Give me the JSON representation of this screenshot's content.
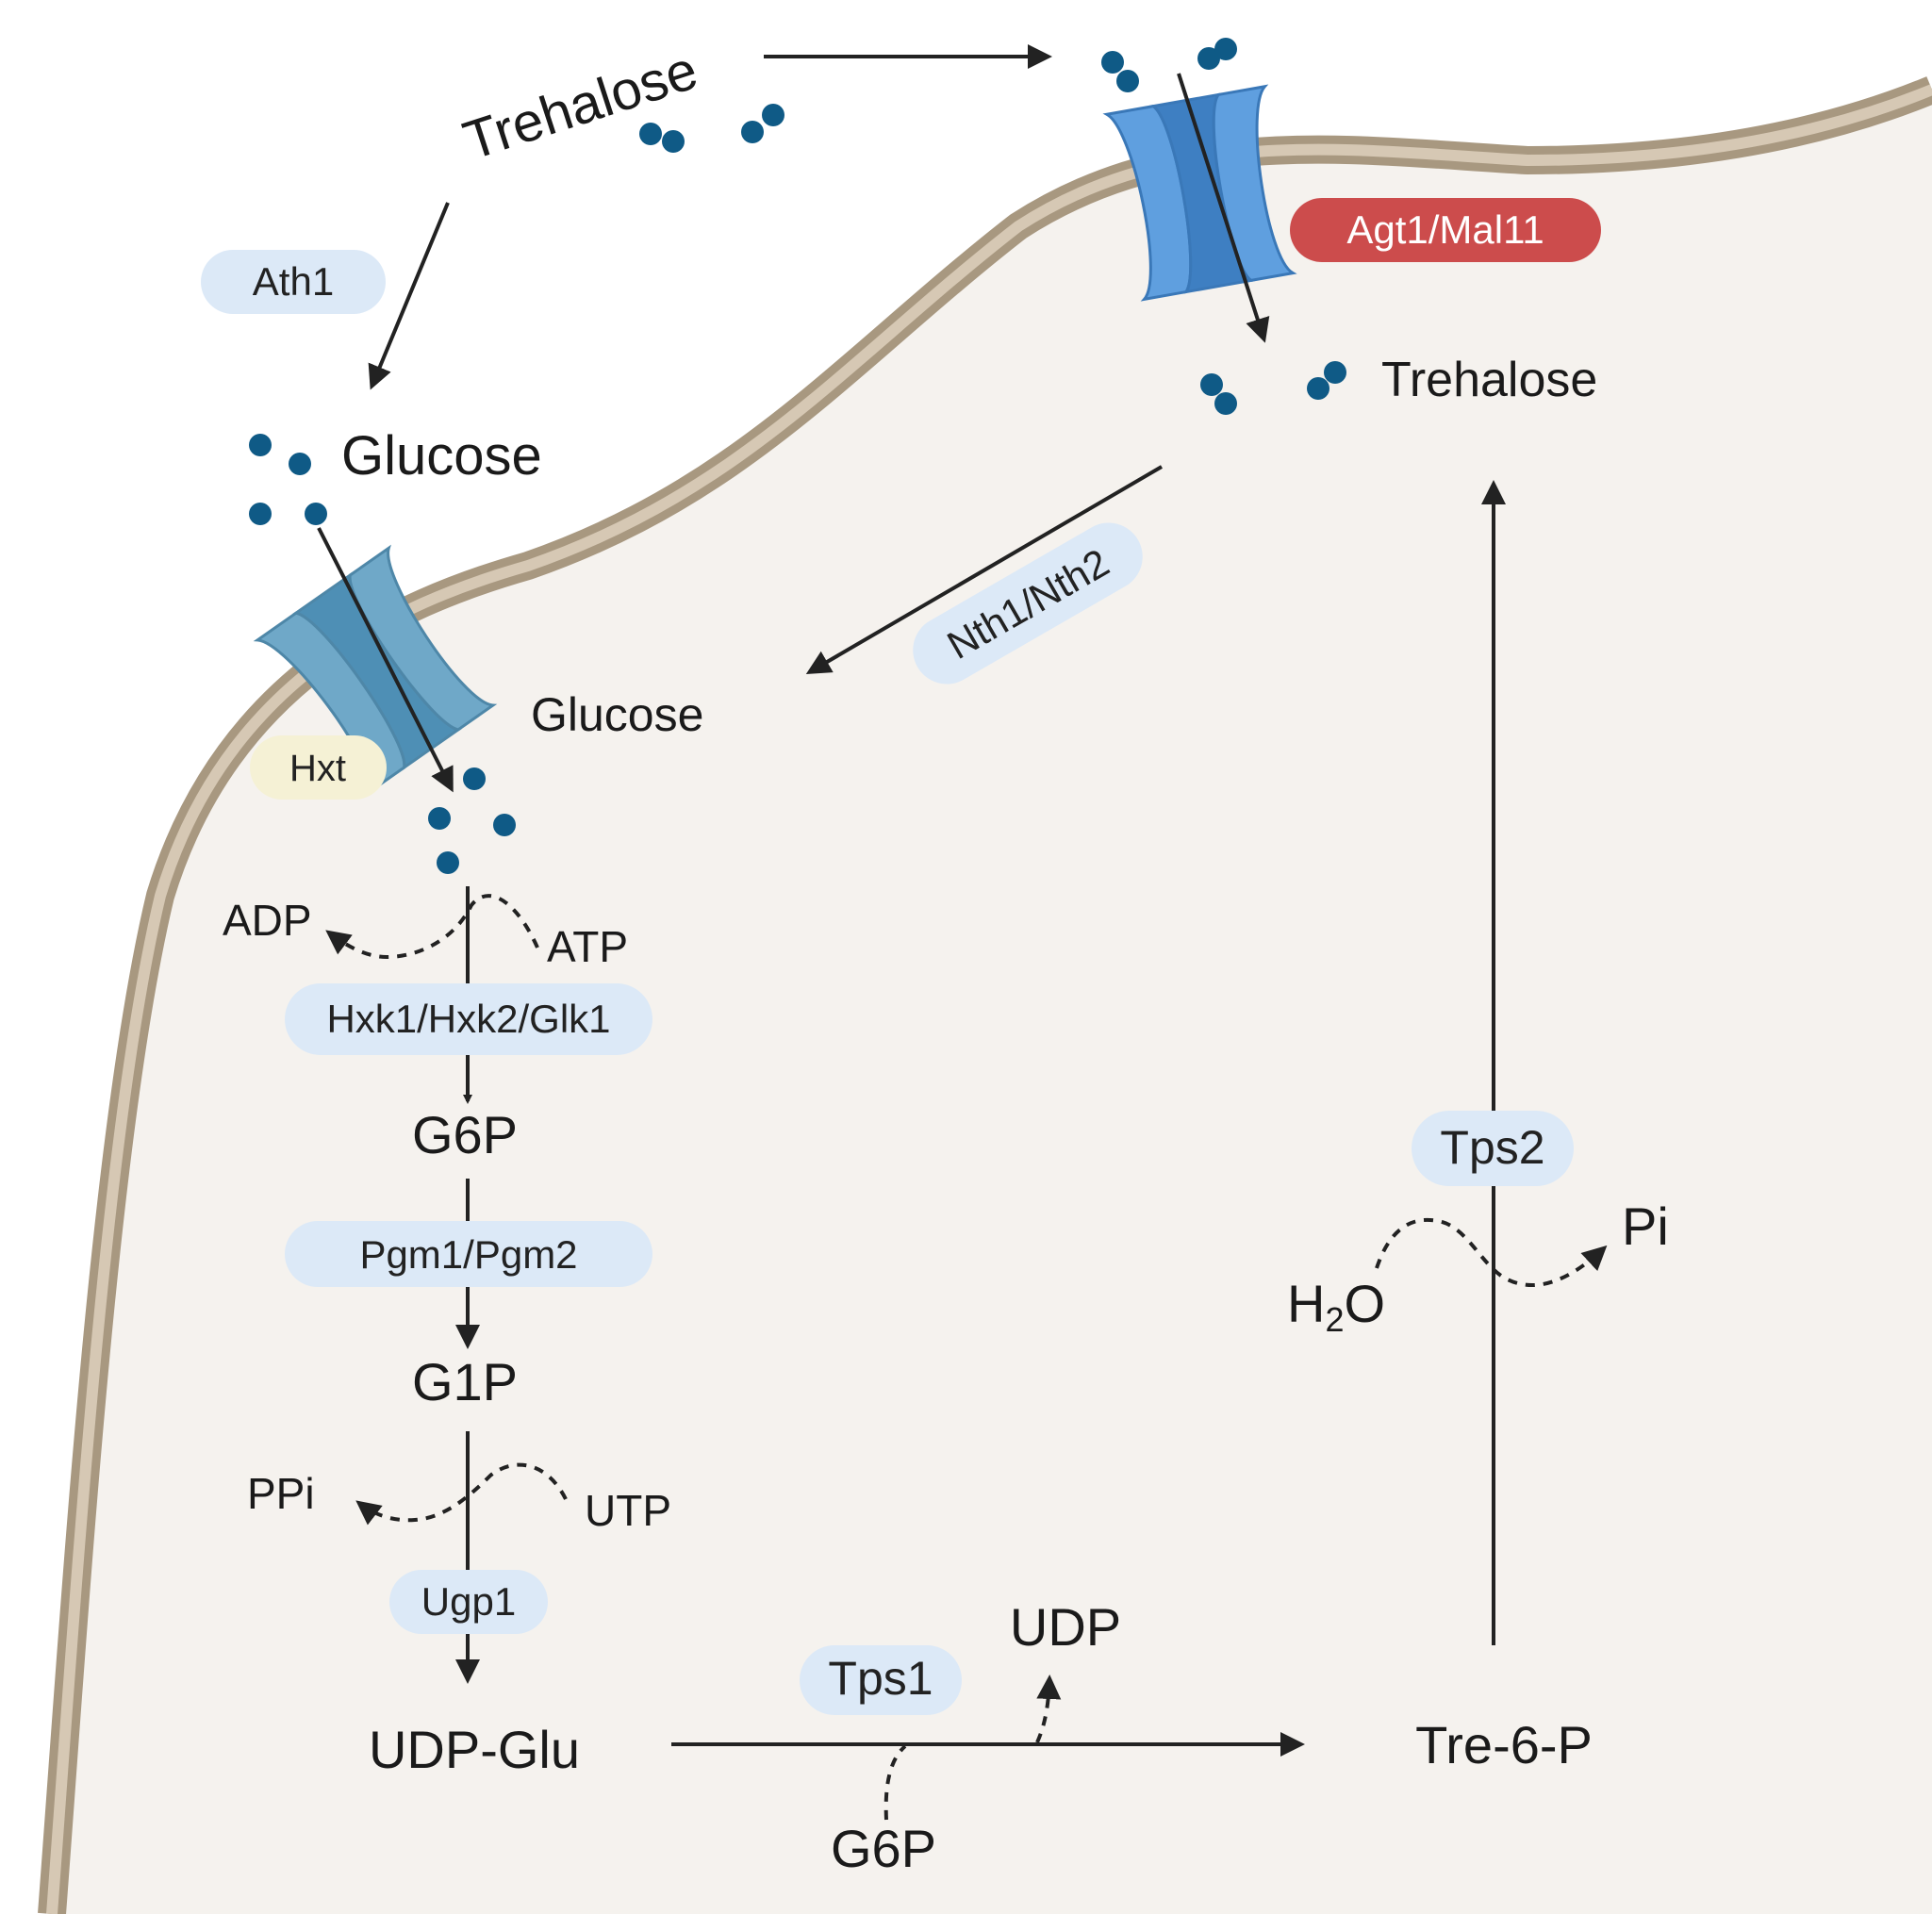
{
  "colors": {
    "cytoplasm": "#f5f2ee",
    "membrane_outer": "#a89880",
    "membrane_inner": "#d6c8b4",
    "enzyme_pill": "#dce9f7",
    "agt1_pill": "#cc4c4c",
    "hxt_pill": "#f5f1d5",
    "molecule": "#0f5a86",
    "transporter_agt1": "#5f9fdf",
    "transporter_hxt": "#6fa8c8"
  },
  "labels": {
    "trehalose_out": "Trehalose",
    "trehalose_in": "Trehalose",
    "glucose_out": "Glucose",
    "glucose_in": "Glucose",
    "adp": "ADP",
    "atp": "ATP",
    "g6p": "G6P",
    "g1p": "G1P",
    "ppi": "PPi",
    "utp": "UTP",
    "udp_glu": "UDP-Glu",
    "udp": "UDP",
    "g6p_bottom": "G6P",
    "tre6p": "Tre-6-P",
    "h2o_h": "H",
    "h2o_sub": "2",
    "h2o_o": "O",
    "pi": "Pi"
  },
  "enzymes": {
    "ath1": "Ath1",
    "agt1": "Agt1/Mal11",
    "nth": "Nth1/Nth2",
    "hxt": "Hxt",
    "hxk": "Hxk1/Hxk2/Glk1",
    "pgm": "Pgm1/Pgm2",
    "ugp1": "Ugp1",
    "tps1": "Tps1",
    "tps2": "Tps2"
  },
  "icons": {
    "transporter": "membrane-channel-icon",
    "molecule": "sugar-molecule-icon"
  }
}
